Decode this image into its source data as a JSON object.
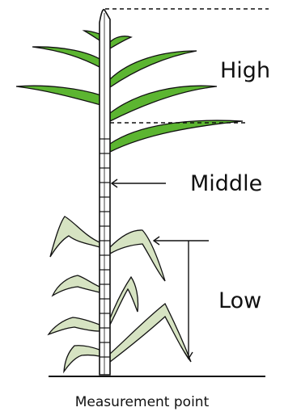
{
  "labels": {
    "high": "High",
    "middle": "Middle",
    "low": "Low",
    "caption": "Measurement point"
  },
  "colors": {
    "green_leaf": "#5cb531",
    "dry_leaf": "#d6e3c2",
    "outline": "#111111"
  }
}
